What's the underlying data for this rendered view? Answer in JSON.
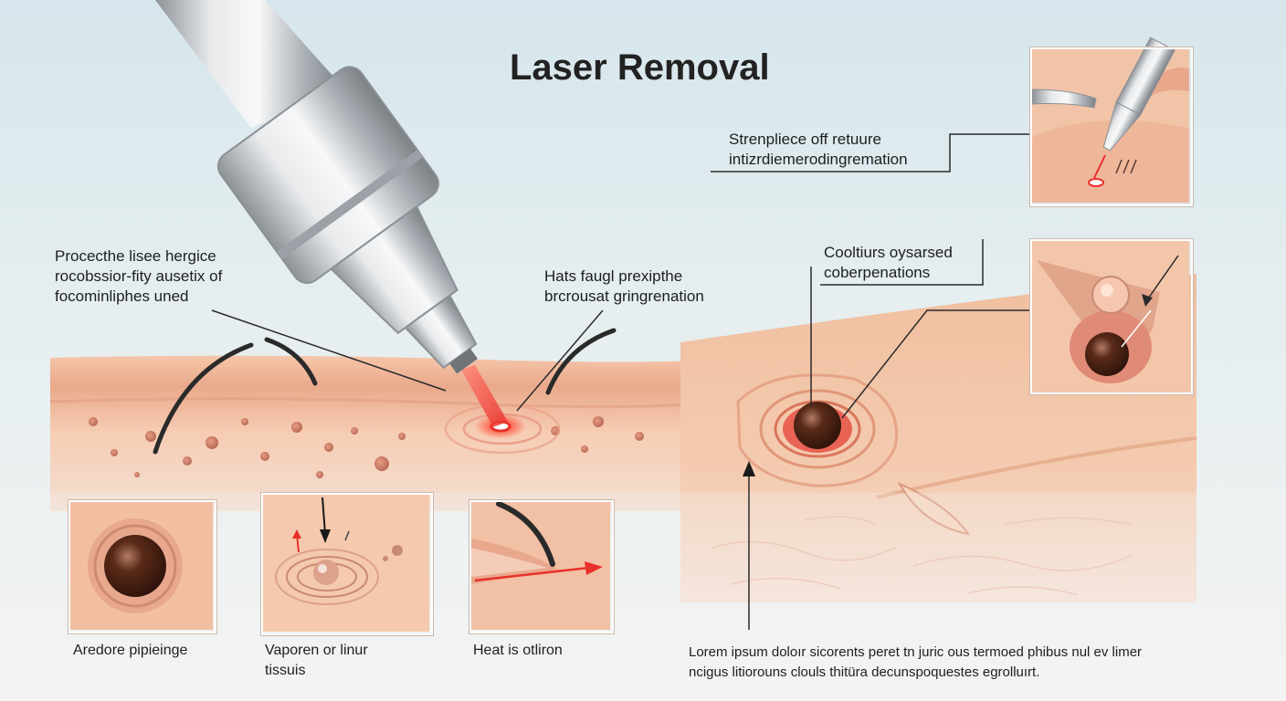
{
  "title": "Laser Removal",
  "callouts": {
    "top_right": [
      "Strenpliece off retuure",
      "intizrdiemerodingremation"
    ],
    "left": [
      "Procecthe lisee hergice",
      "rocobssior-fity ausetix of",
      "focominliphes uned"
    ],
    "center": [
      "Hats faugl prexipthe",
      "brcrousat gringrenation"
    ],
    "right": [
      "Cooltiurs oysarsed",
      "coberpenations"
    ]
  },
  "panels": [
    {
      "caption": [
        "Aredore pipieinge"
      ]
    },
    {
      "caption": [
        "Vaporen or linur",
        "tissuis"
      ]
    },
    {
      "caption": [
        "Heat is otliron"
      ]
    }
  ],
  "footer_text": [
    "Lorem ipsum doloır sicorents peret tn juric ous termoed phibus nul ev limer",
    "ncigus litiorouns clouls thitüra decunspoquestes egrolluırt."
  ],
  "colors": {
    "skin": "#f0b99a",
    "laser": "#e8302a",
    "lesion": "#4a1f12",
    "metal": "#c8ccd0"
  }
}
